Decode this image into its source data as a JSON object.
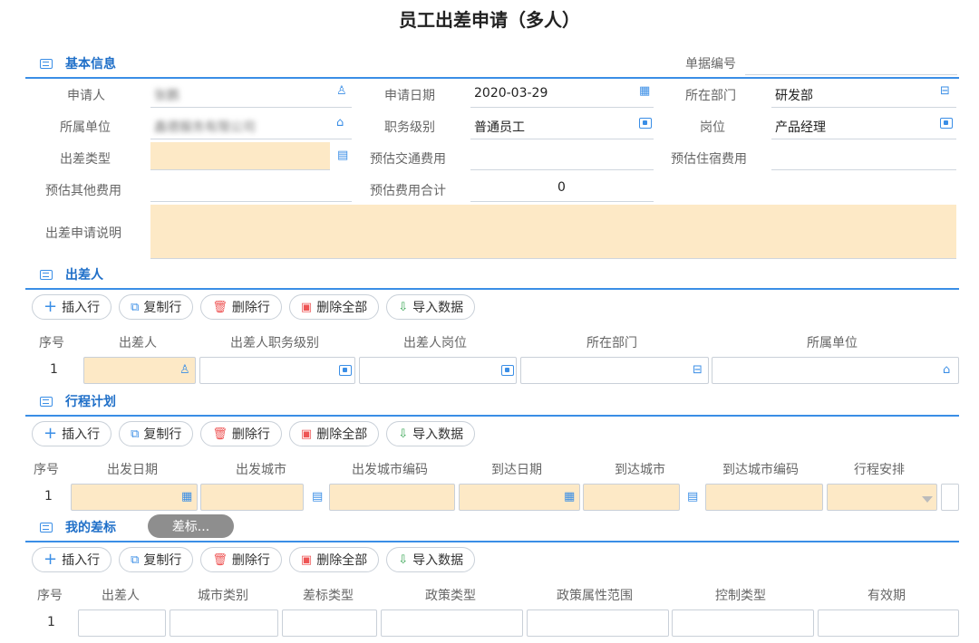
{
  "page": {
    "title": "员工出差申请（多人）"
  },
  "basic": {
    "section_title": "基本信息",
    "doc_no_label": "单据编号",
    "doc_no_value": "",
    "applicant_label": "申请人",
    "applicant_value": "张鹏",
    "apply_date_label": "申请日期",
    "apply_date_value": "2020-03-29",
    "dept_label": "所在部门",
    "dept_value": "研发部",
    "unit_label": "所属单位",
    "unit_value": "鑫德服务有限公司",
    "grade_label": "职务级别",
    "grade_value": "普通员工",
    "position_label": "岗位",
    "position_value": "产品经理",
    "trip_type_label": "出差类型",
    "trip_type_value": "",
    "transport_label": "预估交通费用",
    "transport_value": "",
    "lodging_label": "预估住宿费用",
    "lodging_value": "",
    "other_label": "预估其他费用",
    "other_value": "",
    "total_label": "预估费用合计",
    "total_value": "0",
    "desc_label": "出差申请说明",
    "desc_value": ""
  },
  "toolbar": {
    "insert": "插入行",
    "copy": "复制行",
    "delete": "删除行",
    "delete_all": "删除全部",
    "import": "导入数据"
  },
  "travelers": {
    "section_title": "出差人",
    "headers": [
      "序号",
      "出差人",
      "出差人职务级别",
      "出差人岗位",
      "所在部门",
      "所属单位"
    ],
    "row_no": "1"
  },
  "itinerary": {
    "section_title": "行程计划",
    "headers": [
      "序号",
      "出发日期",
      "出发城市",
      "出发城市编码",
      "到达日期",
      "到达城市",
      "到达城市编码",
      "行程安排"
    ],
    "row_no": "1"
  },
  "allowance": {
    "section_title": "我的差标",
    "pill_label": "差标...",
    "headers": [
      "序号",
      "出差人",
      "城市类别",
      "差标类型",
      "政策类型",
      "政策属性范围",
      "控制类型",
      "有效期"
    ],
    "row_no": "1"
  },
  "colors": {
    "accent": "#3a8ee6",
    "required_bg": "#fde9c6",
    "section_title": "#1f6fc8"
  }
}
